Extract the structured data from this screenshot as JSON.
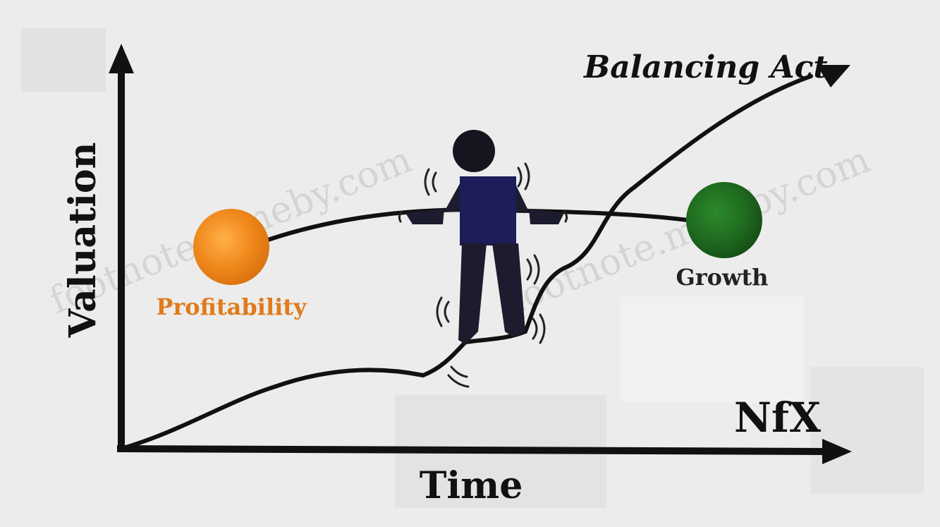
{
  "diagram": {
    "title": "Balancing Act",
    "x_axis_label": "Time",
    "y_axis_label": "Valuation",
    "logo": "NfX",
    "left_weight_label": "Profitability",
    "right_weight_label": "Growth",
    "watermark": "footnote.mmeby.com",
    "colors": {
      "background": "#ececec",
      "ink": "#111111",
      "profitability": "#f08a1c",
      "growth": "#1f6a1f",
      "figure_body": "#1c1c2e",
      "figure_shirt": "#1d1d5a"
    }
  }
}
